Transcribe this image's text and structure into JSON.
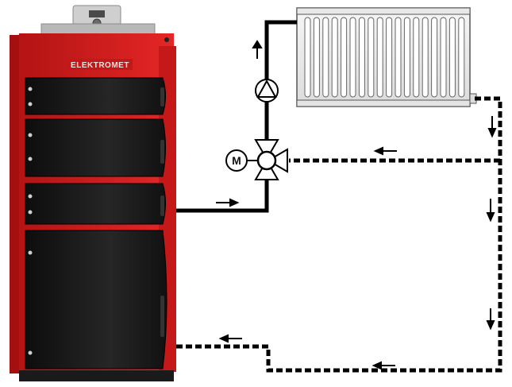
{
  "boiler": {
    "brand": "ELEKTROMET",
    "body_color": "#d81e1e",
    "door_color": "#1c1c1c",
    "panel_color": "#bdbdbd"
  },
  "valve": {
    "motor_label": "M",
    "icon": "three-way-mixing-valve-icon"
  },
  "pump": {
    "icon": "circulation-pump-icon"
  },
  "radiator": {
    "icon": "panel-radiator-icon"
  },
  "pipes": {
    "supply_style": "solid",
    "return_style": "dashed",
    "color": "#000000"
  }
}
